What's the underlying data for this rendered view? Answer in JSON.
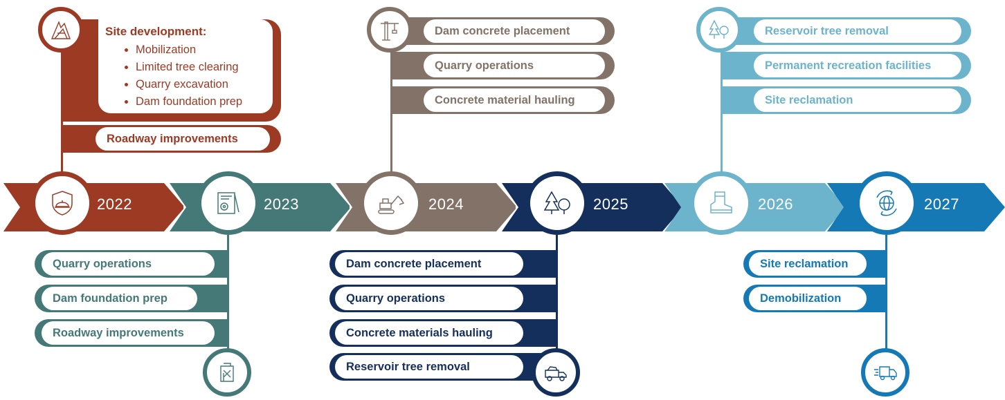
{
  "colors": {
    "y2022": "#9c3a24",
    "y2023": "#447978",
    "y2024": "#837267",
    "y2025": "#152f5c",
    "y2026": "#6cb3cc",
    "y2027": "#1479b5"
  },
  "timeline": {
    "years": [
      "2022",
      "2023",
      "2024",
      "2025",
      "2026",
      "2027"
    ],
    "icons": [
      "hard-hat-shield-icon",
      "blueprint-gear-icon",
      "excavator-icon",
      "trees-icon",
      "boot-icon",
      "globe-arrows-icon"
    ]
  },
  "y2022": {
    "top_icon": "construction-site-icon",
    "site_dev": {
      "title": "Site development:",
      "items": [
        "Mobilization",
        "Limited tree clearing",
        "Quarry excavation",
        "Dam foundation prep"
      ]
    },
    "roadway": "Roadway improvements"
  },
  "y2023": {
    "bottom_icon": "building-plan-icon",
    "items": [
      "Quarry operations",
      "Dam foundation prep",
      "Roadway improvements"
    ]
  },
  "y2024": {
    "top_icon": "tower-crane-icon",
    "items": [
      "Dam concrete placement",
      "Quarry operations",
      "Concrete material hauling"
    ]
  },
  "y2025": {
    "bottom_icon": "dump-truck-icon",
    "items": [
      "Dam concrete placement",
      "Quarry operations",
      "Concrete materials hauling",
      "Reservoir tree removal"
    ]
  },
  "y2026": {
    "top_icon": "tree-icon",
    "items": [
      "Reservoir tree removal",
      "Permanent recreation facilities",
      "Site reclamation"
    ]
  },
  "y2027": {
    "bottom_icon": "delivery-truck-icon",
    "items": [
      "Site reclamation",
      "Demobilization"
    ]
  }
}
